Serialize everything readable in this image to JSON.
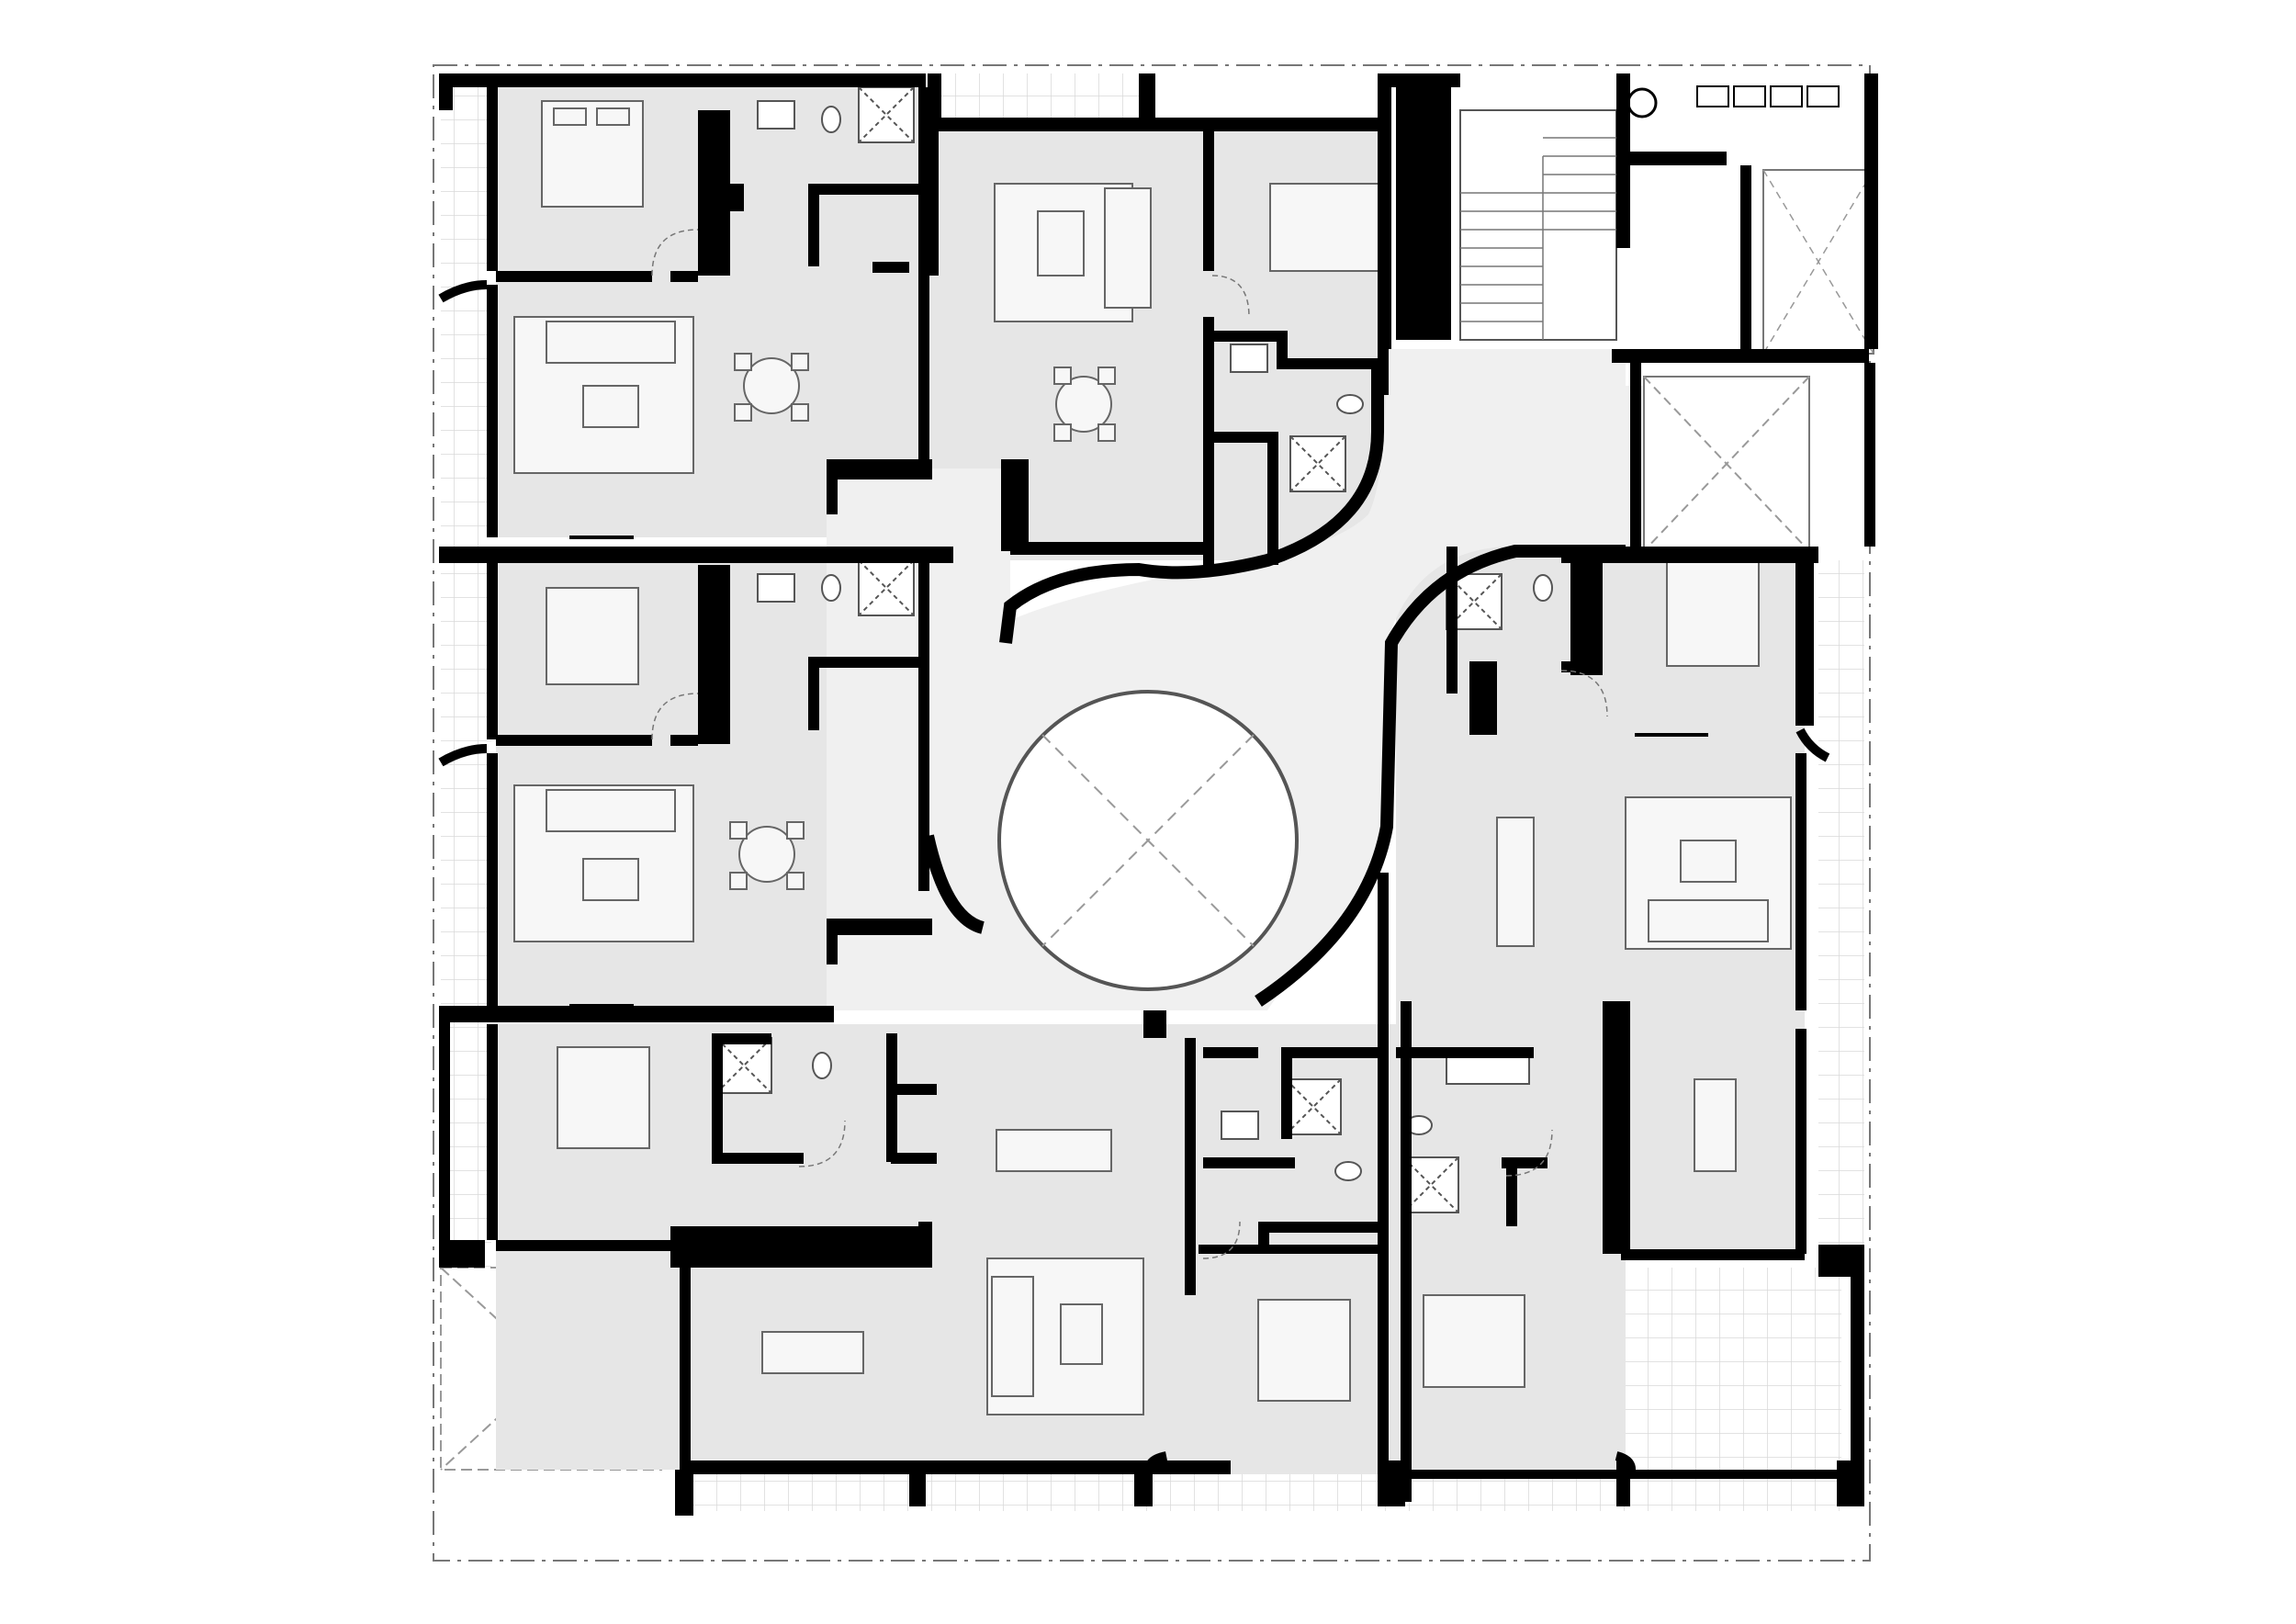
{
  "drawing": {
    "kind": "architectural floor plan",
    "colors": {
      "wall": "#000000",
      "floor": "#e6e6e6",
      "corridor": "#f0f0f0",
      "furniture": "#f7f7f7",
      "line": "#555555",
      "background": "#ffffff"
    },
    "units": [
      {
        "id": "unit-nw"
      },
      {
        "id": "unit-n"
      },
      {
        "id": "unit-w"
      },
      {
        "id": "unit-e"
      },
      {
        "id": "unit-sw"
      },
      {
        "id": "unit-s"
      },
      {
        "id": "unit-se"
      }
    ],
    "core": [
      "stair",
      "lift-lobby",
      "circular-atrium"
    ]
  }
}
